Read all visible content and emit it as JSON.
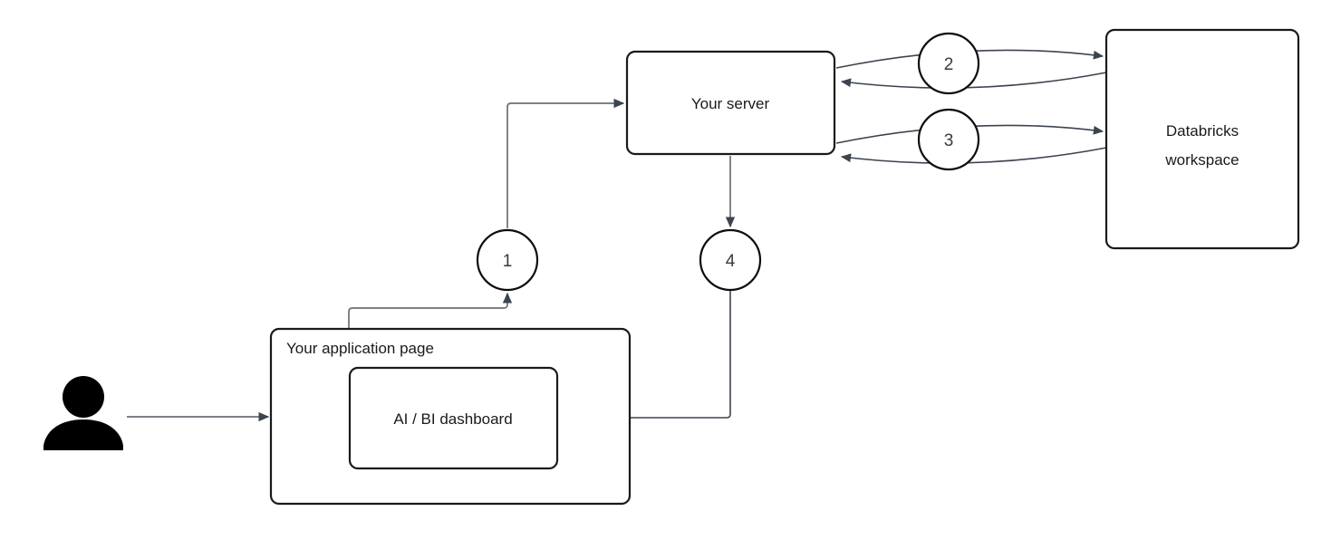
{
  "diagram": {
    "title": "Databricks AI/BI dashboard embedding flow",
    "colors": {
      "background": "#ffffff",
      "box_stroke": "#1a1a1a",
      "arrow_stroke": "#6b6f76",
      "arrow_stroke_dark": "#3d4450",
      "text": "#1a1a1a",
      "person_fill": "#000000"
    },
    "nodes": {
      "server": {
        "label": "Your server"
      },
      "workspace": {
        "label_line1": "Databricks",
        "label_line2": "workspace"
      },
      "application_page": {
        "label": "Your application page"
      },
      "dashboard": {
        "label": "AI / BI dashboard"
      },
      "user": {
        "label": "user-icon"
      }
    },
    "steps": [
      {
        "id": "step-1",
        "number": "1"
      },
      {
        "id": "step-2",
        "number": "2"
      },
      {
        "id": "step-3",
        "number": "3"
      },
      {
        "id": "step-4",
        "number": "4"
      }
    ]
  }
}
